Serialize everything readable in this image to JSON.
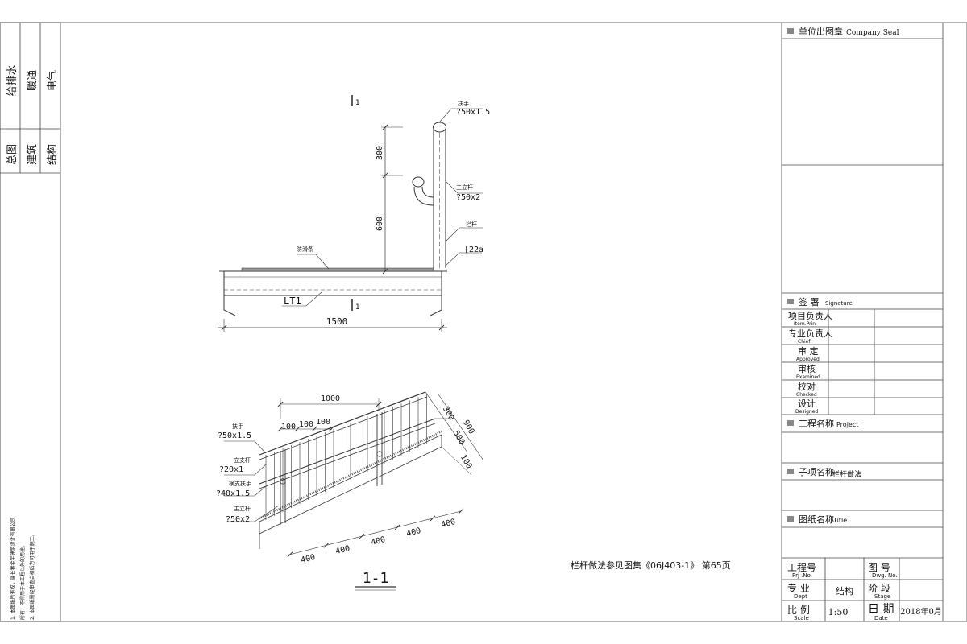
{
  "left_strip": {
    "disciplines": [
      "给排水",
      "暖通",
      "电气",
      "总图",
      "建筑",
      "结构"
    ],
    "notes": [
      "1. 本图纸所有权，属长春金宇建筑设计有限公司",
      "所有，不得用于本工程以外的用途。",
      "2. 本图纸需经审查合格后方可用于施工。"
    ]
  },
  "elevation": {
    "labels": {
      "handrail": "扶手",
      "handrail_size": "?50x1.5",
      "main_post": "主立杆",
      "main_post_size": "?50x2",
      "baluster": "栏杆",
      "channel": "[22a",
      "section_mark": "1",
      "tread": "防滑条",
      "beam": "LT1"
    },
    "dims": {
      "lower_height": "600",
      "upper_height": "300",
      "width": "1500"
    }
  },
  "section": {
    "title": "1-1",
    "labels": {
      "handrail": "扶手",
      "handrail_size": "?50x1.5",
      "post": "立支杆",
      "post_size": "?20x1",
      "mid_rail": "横支扶手",
      "mid_rail_size": "?40x1.5",
      "main_post": "主立杆",
      "main_post_size": "?50x2"
    },
    "dims": {
      "top": "1000",
      "spacing": [
        "100",
        "100",
        "100"
      ],
      "right": [
        "300",
        "500",
        "100"
      ],
      "total": "900",
      "bottom": [
        "400",
        "400",
        "400",
        "400",
        "400"
      ]
    }
  },
  "reference_note": "栏杆做法参见图集《06J403-1》 第65页",
  "title_block": {
    "seal": {
      "cn": "单位出图章",
      "en": "Company Seal"
    },
    "signature": {
      "cn": "签 署",
      "en": "Signature"
    },
    "roles": [
      {
        "cn": "项目负责人",
        "en": "Item.Prin"
      },
      {
        "cn": "专业负责人",
        "en": "Chief"
      },
      {
        "cn": "审 定",
        "en": "Approved"
      },
      {
        "cn": "审核",
        "en": "Examined"
      },
      {
        "cn": "校对",
        "en": "Checked"
      },
      {
        "cn": "设计",
        "en": "Designed"
      }
    ],
    "project": {
      "cn": "工程名称",
      "en": "Project"
    },
    "subitem": {
      "cn": "子项名称",
      "value": "栏杆做法"
    },
    "drawing": {
      "cn": "图纸名称",
      "en": "Title"
    },
    "project_no": {
      "cn": "工程号",
      "en": "Prj .No."
    },
    "drawing_no": {
      "cn": "图 号",
      "en": "Dwg. No."
    },
    "discipline": {
      "cn": "专 业",
      "en": "Dept",
      "value": "结构"
    },
    "stage": {
      "cn": "阶 段",
      "en": "Stage"
    },
    "scale": {
      "cn": "比 例",
      "en": "Scale",
      "value": "1:50"
    },
    "date": {
      "cn": "日 期",
      "en": "Date",
      "value": "2018年0月"
    }
  }
}
